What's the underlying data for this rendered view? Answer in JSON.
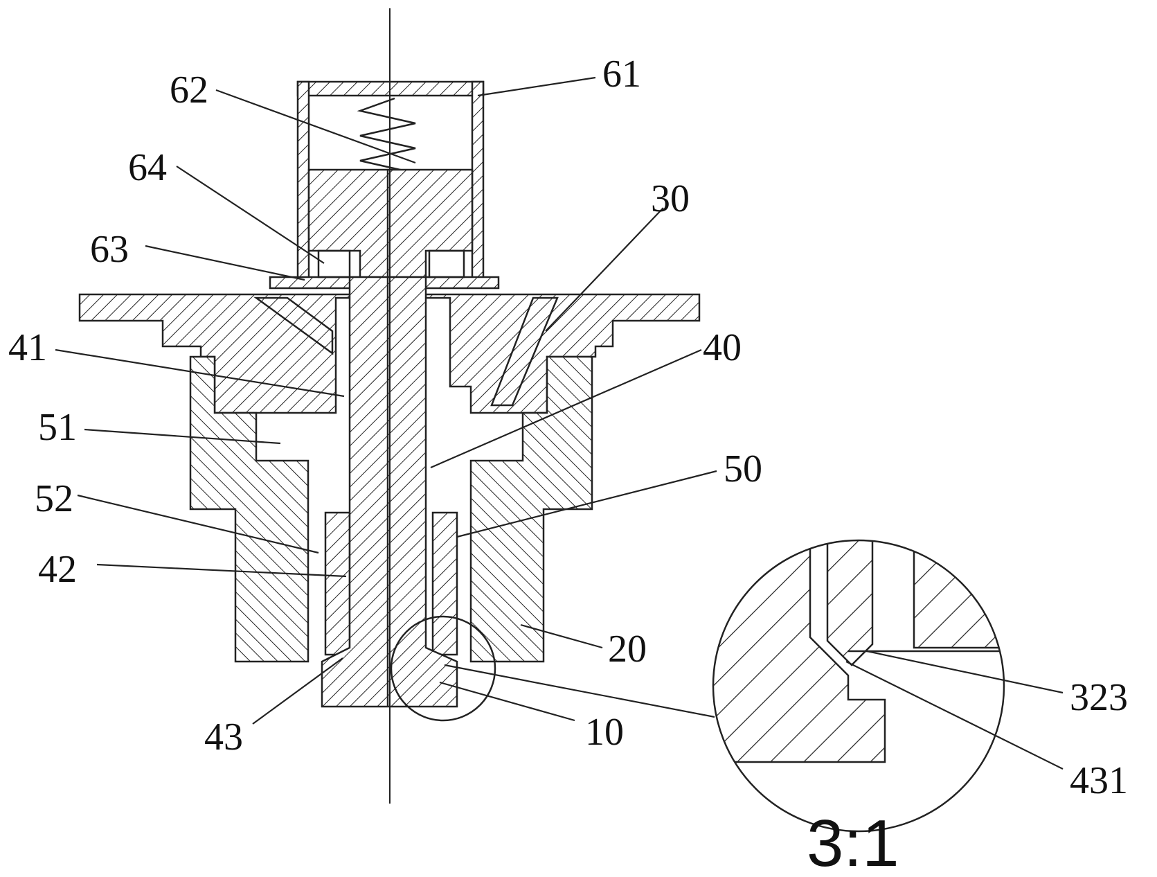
{
  "figure": {
    "scale_label": "3:1",
    "callouts": [
      "61",
      "62",
      "64",
      "30",
      "63",
      "41",
      "40",
      "51",
      "50",
      "52",
      "42",
      "20",
      "43",
      "10",
      "323",
      "431"
    ],
    "colors": {
      "line": "#222222",
      "background": "#ffffff"
    }
  }
}
